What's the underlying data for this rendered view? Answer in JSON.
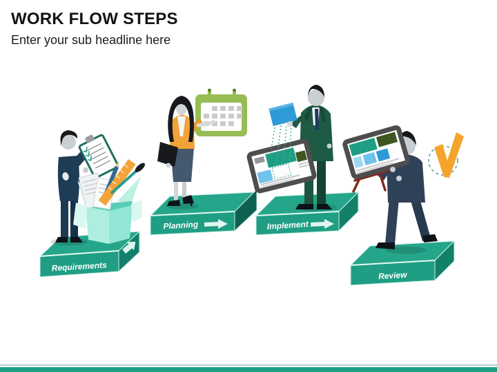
{
  "slide": {
    "title": "WORK FLOW STEPS",
    "subtitle": "Enter your sub headline here"
  },
  "workflow": {
    "steps": [
      {
        "label": "Requirements",
        "figure": "man-reading-clipboard-with-toolbox",
        "arrow": "side-face"
      },
      {
        "label": "Planning",
        "figure": "woman-pointing-at-calendar",
        "arrow": "front-face"
      },
      {
        "label": "Implement",
        "figure": "man-uploading-content-to-tablet",
        "arrow": "front-face"
      },
      {
        "label": "Review",
        "figure": "man-carrying-tablet-on-easel",
        "arrow": "none"
      }
    ]
  },
  "icons": {
    "clipboard": "checklist-clipboard",
    "toolbox": "open-box-with-stationery",
    "calendar": "month-grid-calendar",
    "tablet_upload": "tilted-tablet-receiving-dashed-drops",
    "tablet_review": "tablet-webpage-on-easel",
    "check": "orange-check-mark-in-dashed-circle",
    "arrow": "light-mint-right-arrow"
  },
  "colors": {
    "platform_front": "#1f9e83",
    "platform_top": "#25a68a",
    "platform_side": "#12806a",
    "arrow_mint": "#dff6ef",
    "check_orange": "#f5a42b",
    "calendar_green": "#96be55",
    "suit_navy": "#1e3c55",
    "suit_green": "#1e5b44",
    "suit_slate": "#2e4156",
    "blouse_orange": "#f2a338",
    "footer_bar": "#1c9f85",
    "footer_line": "#b9cfd4"
  }
}
